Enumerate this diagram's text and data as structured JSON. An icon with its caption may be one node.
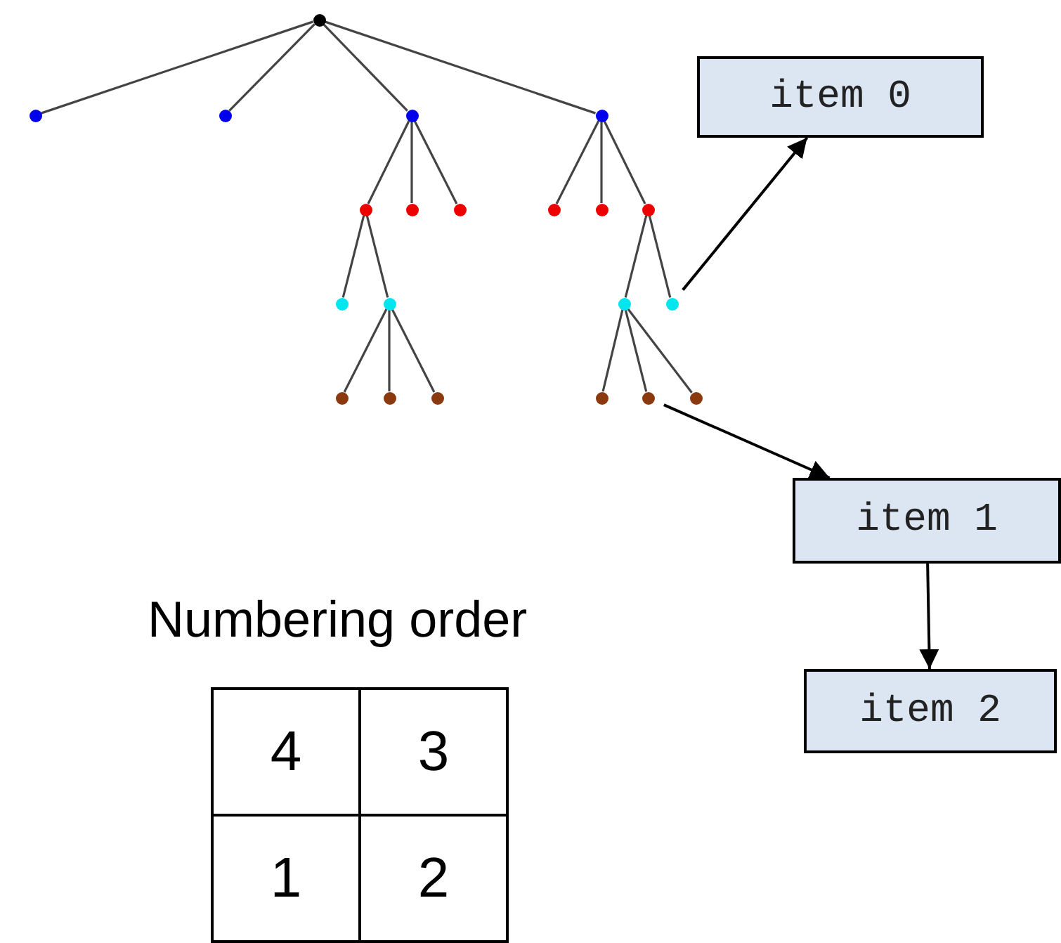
{
  "diagram": {
    "nodes": [
      {
        "text": [],
        "shape": "circle"
      },
      {
        "text": [],
        "shape": "circle"
      },
      {
        "text": [],
        "shape": "circle"
      },
      {
        "text": [],
        "shape": "circle"
      },
      {
        "text": [],
        "shape": "circle"
      },
      {
        "text": [],
        "shape": "circle"
      },
      {
        "text": [],
        "shape": "circle"
      },
      {
        "text": [],
        "shape": "circle"
      },
      {
        "text": [],
        "shape": "circle"
      },
      {
        "text": [],
        "shape": "circle"
      },
      {
        "text": [],
        "shape": "circle"
      },
      {
        "text": [],
        "shape": "circle"
      },
      {
        "text": [],
        "shape": "circle"
      },
      {
        "text": [],
        "shape": "circle"
      },
      {
        "text": [],
        "shape": "circle"
      },
      {
        "text": [],
        "shape": "circle"
      },
      {
        "text": [],
        "shape": "circle"
      },
      {
        "text": [],
        "shape": "circle"
      },
      {
        "text": [],
        "shape": "circle"
      },
      {
        "text": [],
        "shape": "circle"
      },
      {
        "text": [],
        "shape": "circle"
      },
      {
        "text": [
          "item 0"
        ]
      },
      {
        "text": [
          "item 1"
        ]
      },
      {
        "text": [
          "item 2"
        ]
      }
    ],
    "edges": [
      {
        "from": 0,
        "to": 1,
        "arrow": "none"
      },
      {
        "from": 0,
        "to": 2,
        "arrow": "none"
      },
      {
        "from": 0,
        "to": 3,
        "arrow": "none"
      },
      {
        "from": 0,
        "to": 4,
        "arrow": "none"
      },
      {
        "from": 3,
        "to": 5,
        "arrow": "none"
      },
      {
        "from": 3,
        "to": 6,
        "arrow": "none"
      },
      {
        "from": 3,
        "to": 7,
        "arrow": "none"
      },
      {
        "from": 4,
        "to": 8,
        "arrow": "none"
      },
      {
        "from": 4,
        "to": 9,
        "arrow": "none"
      },
      {
        "from": 4,
        "to": 10,
        "arrow": "none"
      },
      {
        "from": 5,
        "to": 11,
        "arrow": "none"
      },
      {
        "from": 5,
        "to": 12,
        "arrow": "none"
      },
      {
        "from": 12,
        "to": 15,
        "arrow": "none"
      },
      {
        "from": 12,
        "to": 16,
        "arrow": "none"
      },
      {
        "from": 12,
        "to": 17,
        "arrow": "none"
      },
      {
        "from": 10,
        "to": 13,
        "arrow": "none"
      },
      {
        "from": 10,
        "to": 14,
        "arrow": "none"
      },
      {
        "from": 13,
        "to": 18,
        "arrow": "none"
      },
      {
        "from": 13,
        "to": 19,
        "arrow": "none"
      },
      {
        "from": 13,
        "to": 20,
        "arrow": "none"
      },
      {
        "from": 14,
        "to": 21,
        "arrow": "to"
      },
      {
        "from": 19,
        "to": 22,
        "arrow": "to"
      },
      {
        "from": 22,
        "to": 23,
        "arrow": "to"
      }
    ],
    "labels": [
      "Numbering order",
      "4",
      "3",
      "1",
      "2"
    ]
  }
}
